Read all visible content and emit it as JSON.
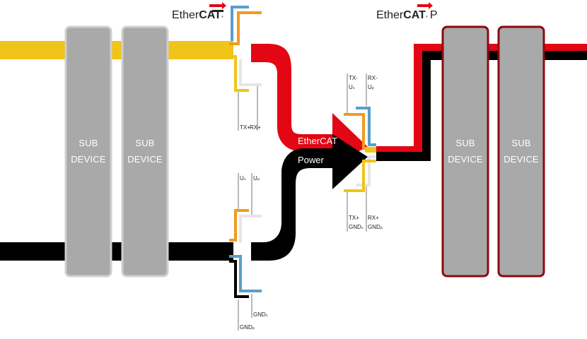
{
  "colors": {
    "ethercat_red": "#e30613",
    "power_black": "#000000",
    "signal_yellow": "#f0c419",
    "device_gray": "#a9a9a9",
    "pin_orange": "#f39a1e",
    "pin_blue": "#5b9dc9",
    "pin_white": "#e6e6e6"
  },
  "logos": {
    "left": {
      "prefix": "Ether",
      "brand": "CAT",
      "reg": "®"
    },
    "right": {
      "prefix": "Ether",
      "brand": "CAT",
      "reg": "®",
      "suffix": "P"
    }
  },
  "devices": {
    "left": [
      {
        "line1": "SUB",
        "line2": "DEVICE"
      },
      {
        "line1": "SUB",
        "line2": "DEVICE"
      }
    ],
    "right": [
      {
        "line1": "SUB",
        "line2": "DEVICE"
      },
      {
        "line1": "SUB",
        "line2": "DEVICE"
      }
    ]
  },
  "arrows": {
    "ethercat": "EtherCAT",
    "power": "Power"
  },
  "connector_labels": {
    "top_left": {
      "tx": "TX+",
      "rx": "RX+"
    },
    "bottom_left": {
      "us": "Uₛ",
      "up": "Uₚ",
      "gnd_s": "GNDₛ",
      "gnd_p": "GNDₚ"
    },
    "center_top": {
      "left_1": "TX-",
      "left_2": "Uₛ",
      "right_1": "RX-",
      "right_2": "Uₚ"
    },
    "center_bottom": {
      "left_1": "TX+",
      "left_2": "GNDₛ",
      "right_1": "RX+",
      "right_2": "GNDₚ"
    }
  }
}
